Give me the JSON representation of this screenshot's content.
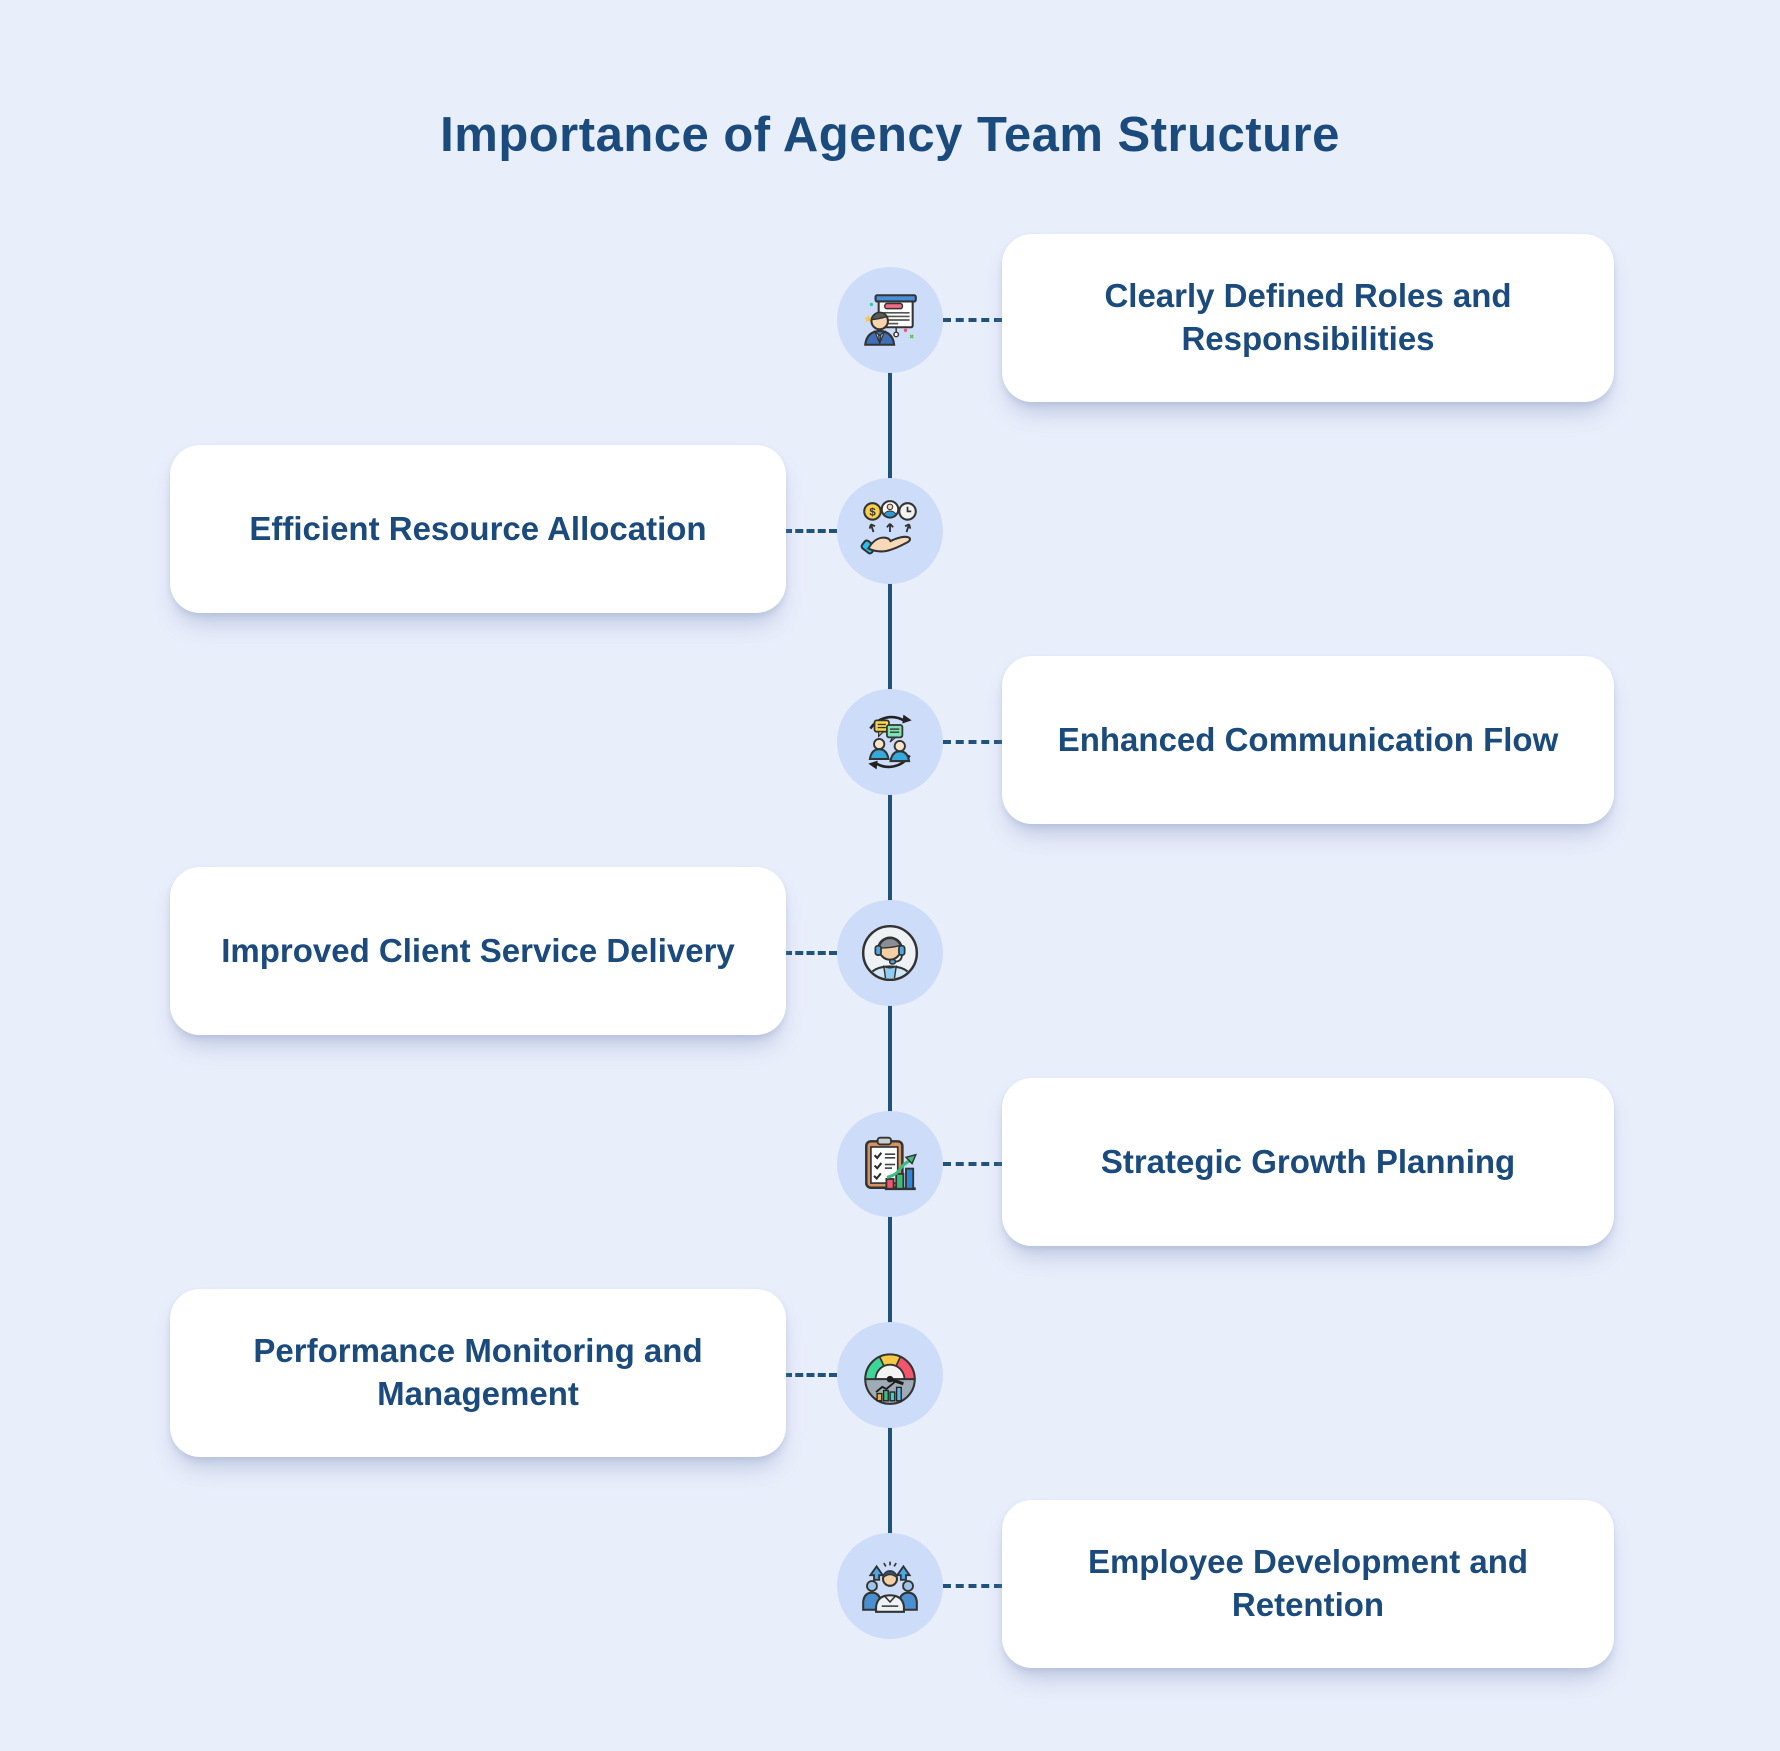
{
  "title": "Importance of Agency Team Structure",
  "colors": {
    "background": "#e9eefb",
    "card_background": "#ffffff",
    "node_circle_fill": "#cddcf8",
    "text_navy": "#1b4a7d",
    "connector_line": "#20527b"
  },
  "items": [
    {
      "label": "Clearly Defined Roles and Responsibilities",
      "side": "right",
      "icon": "presenter-whiteboard-icon"
    },
    {
      "label": "Efficient Resource Allocation",
      "side": "left",
      "icon": "hand-resources-icon"
    },
    {
      "label": "Enhanced Communication Flow",
      "side": "right",
      "icon": "communication-cycle-icon"
    },
    {
      "label": "Improved Client Service Delivery",
      "side": "left",
      "icon": "support-agent-icon"
    },
    {
      "label": "Strategic Growth Planning",
      "side": "right",
      "icon": "clipboard-growth-icon"
    },
    {
      "label": "Performance Monitoring and Management",
      "side": "left",
      "icon": "performance-gauge-icon"
    },
    {
      "label": "Employee Development and Retention",
      "side": "right",
      "icon": "team-development-icon"
    }
  ]
}
